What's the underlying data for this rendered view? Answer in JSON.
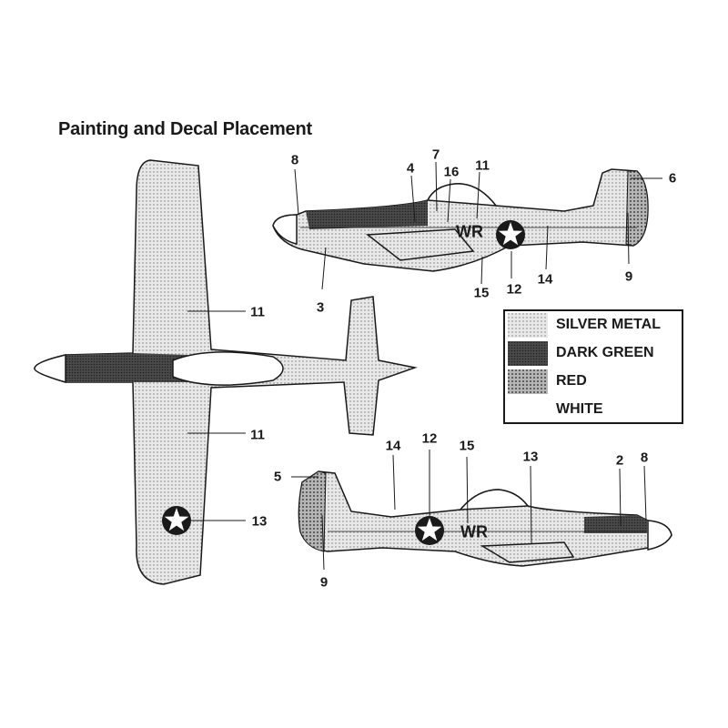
{
  "title": "Painting and Decal Placement",
  "legend": [
    {
      "label": "SILVER METAL",
      "pattern": "silver"
    },
    {
      "label": "DARK GREEN",
      "pattern": "green"
    },
    {
      "label": "RED",
      "pattern": "red"
    },
    {
      "label": "WHITE",
      "pattern": "white"
    }
  ],
  "fuselage_code": "WR",
  "callouts": {
    "top_left_profile": {
      "c8": "8",
      "c4": "4",
      "c7": "7",
      "c16": "16",
      "c11": "11",
      "c6": "6",
      "c3": "3",
      "c15": "15",
      "c12": "12",
      "c14": "14",
      "c9": "9"
    },
    "plan_view": {
      "c11a": "11",
      "c11b": "11",
      "c13": "13"
    },
    "bottom_right_profile": {
      "c5": "5",
      "c14": "14",
      "c12": "12",
      "c15": "15",
      "c13": "13",
      "c2": "2",
      "c8": "8",
      "c9": "9"
    }
  },
  "colors": {
    "ink": "#1a1a1a",
    "silver": "#d9d9d9",
    "dark_green": "#3a3a3a",
    "red": "#8c8c8c",
    "white": "#ffffff"
  }
}
